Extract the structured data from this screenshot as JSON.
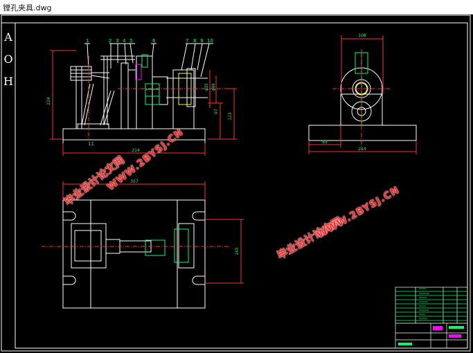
{
  "window": {
    "title": "镗孔夹具.dwg"
  },
  "side_labels": [
    "A",
    "O",
    "H"
  ],
  "part_numbers": [
    "1",
    "2",
    "3",
    "4",
    "5",
    "6",
    "7",
    "8",
    "9",
    "10",
    "11"
  ],
  "dimensions": {
    "front_height": "224",
    "front_base": "214",
    "dim_97": "97",
    "dim_123": "123",
    "phi_a": "φ35",
    "phi_b": "φ48",
    "side_top": "108",
    "side_left": "83",
    "side_base": "214",
    "plan_width": "357",
    "plan_height": "165"
  },
  "watermarks": [
    {
      "cn": "毕业设计论文网",
      "url": "WWW.2BYSJ.CN"
    },
    {
      "cn": "毕业设计论文网",
      "url": "WWW.2BYSJ.CN"
    }
  ],
  "colors": {
    "background": "#000000",
    "lines": "#ffffff",
    "dim": "#ff3030",
    "green": "#00ff66",
    "magenta": "#ff00ff",
    "yellow": "#ffff00"
  }
}
